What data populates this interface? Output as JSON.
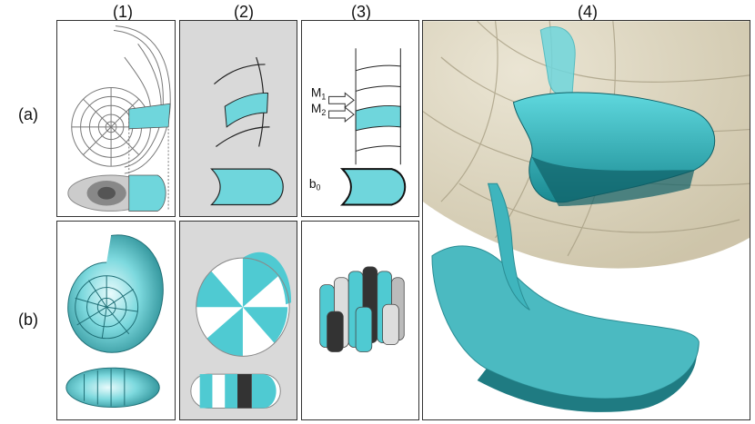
{
  "figure": {
    "column_labels": [
      "(1)",
      "(2)",
      "(3)",
      "(4)"
    ],
    "row_labels": [
      "(a)",
      "(b)"
    ],
    "annotations": {
      "m1": "M",
      "m1_sub": "1",
      "m2": "M",
      "m2_sub": "2",
      "b0": "b",
      "b0_sub": "0"
    },
    "colors": {
      "cyan": "#6fd6dc",
      "teal": "#3fb5bd",
      "gray_panel": "#d9d9d9",
      "beige": "#cfc6a8"
    }
  }
}
